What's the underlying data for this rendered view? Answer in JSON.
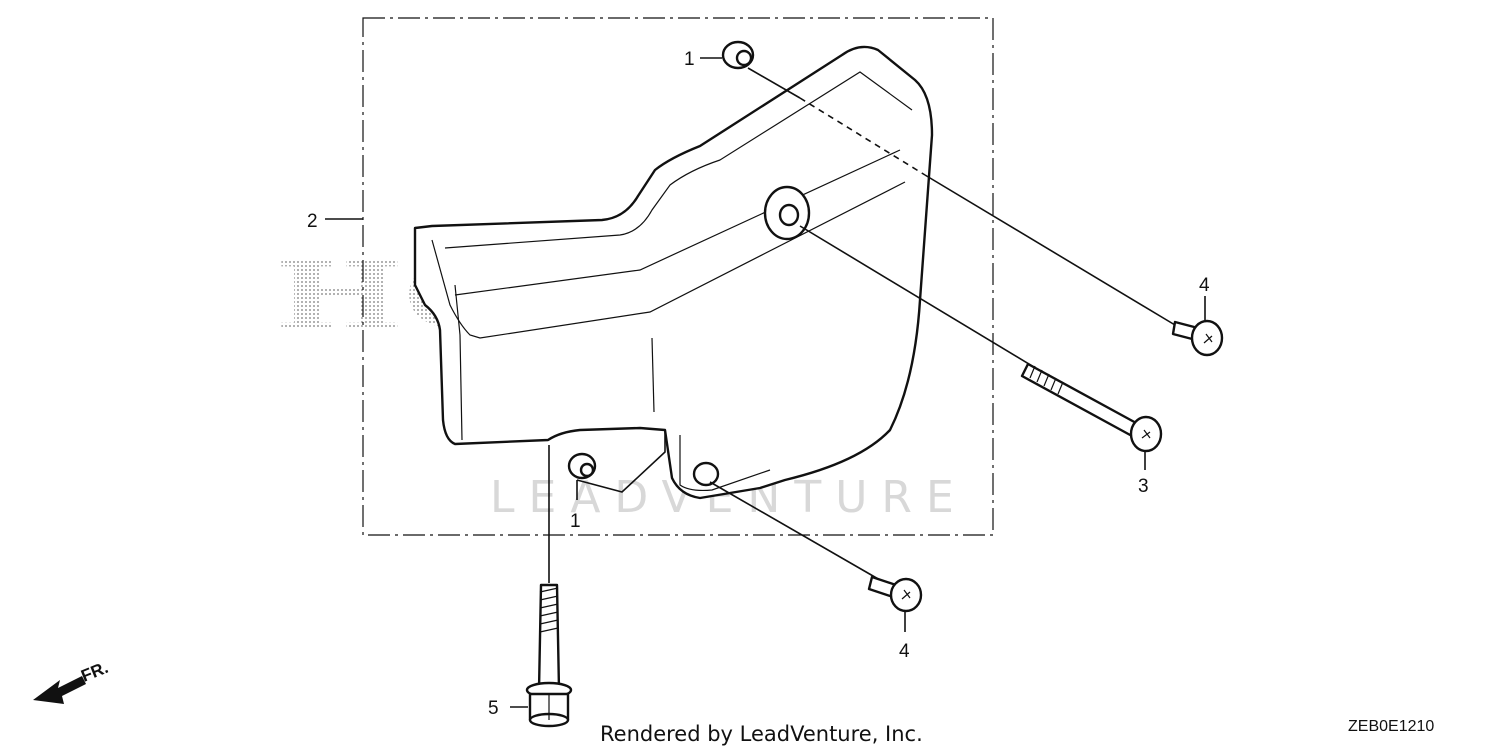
{
  "diagram": {
    "callouts": [
      {
        "id": "c1a",
        "label": "1"
      },
      {
        "id": "c1b",
        "label": "1"
      },
      {
        "id": "c2",
        "label": "2"
      },
      {
        "id": "c3",
        "label": "3"
      },
      {
        "id": "c4a",
        "label": "4"
      },
      {
        "id": "c4b",
        "label": "4"
      },
      {
        "id": "c5",
        "label": "5"
      }
    ],
    "front_arrow_label": "FR.",
    "diagram_code": "ZEB0E1210"
  },
  "watermarks": {
    "brand": "HONDA",
    "vendor": "LEADVENTURE"
  },
  "footer": {
    "rendered_by": "Rendered by LeadVenture, Inc."
  },
  "colors": {
    "line": "#111111",
    "watermark": "#d8d8d8"
  }
}
